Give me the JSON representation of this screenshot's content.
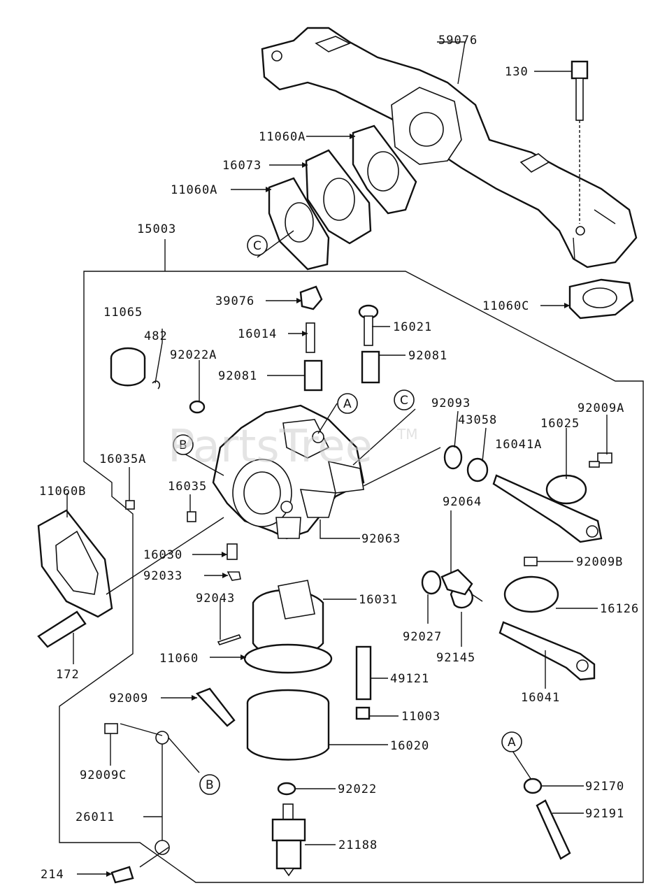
{
  "watermark": {
    "text": "PartsTree",
    "tm": "TM"
  },
  "part_numbers": {
    "p59076": "59076",
    "p130": "130",
    "p11060A_top": "11060A",
    "p16073": "16073",
    "p11060A_low": "11060A",
    "p15003": "15003",
    "p11060C": "11060C",
    "p39076": "39076",
    "p11065": "11065",
    "p482": "482",
    "p16014": "16014",
    "p16021": "16021",
    "p92022A": "92022A",
    "p92081_l": "92081",
    "p92081_r": "92081",
    "p92093": "92093",
    "p43058": "43058",
    "p16025": "16025",
    "p92009A": "92009A",
    "p16041A": "16041A",
    "p16035A": "16035A",
    "p16035": "16035",
    "p11060B": "11060B",
    "p92064": "92064",
    "p16030": "16030",
    "p92063": "92063",
    "p92009B": "92009B",
    "p92033": "92033",
    "p92043": "92043",
    "p16031": "16031",
    "p16126": "16126",
    "p92027": "92027",
    "p92145": "92145",
    "p11060": "11060",
    "p172": "172",
    "p49121": "49121",
    "p16041": "16041",
    "p92009": "92009",
    "p11003": "11003",
    "p16020": "16020",
    "p92009C": "92009C",
    "p92170": "92170",
    "p92022": "92022",
    "p26011": "26011",
    "p92191": "92191",
    "p21188": "21188",
    "p214": "214"
  },
  "callouts": {
    "A_upper": "A",
    "C_upper": "C",
    "B_left": "B",
    "C_gasket": "C",
    "B_lower": "B",
    "A_lower": "A"
  }
}
